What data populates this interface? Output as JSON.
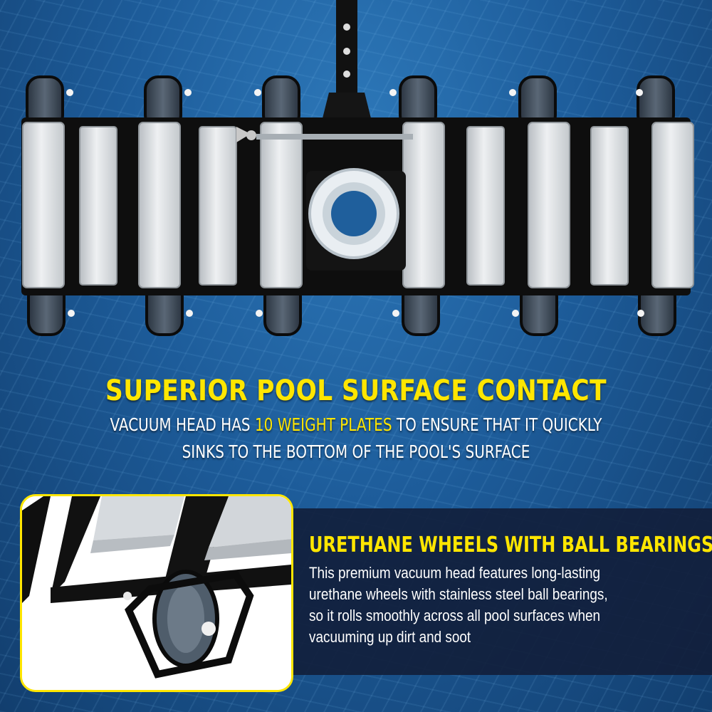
{
  "hero": {
    "headline": "SUPERIOR POOL SURFACE CONTACT",
    "subtext_line1_before": "VACUUM HEAD HAS ",
    "subtext_line1_highlight": "10 WEIGHT PLATES",
    "subtext_line1_after": " TO ENSURE THAT IT QUICKLY",
    "subtext_line2": "SINKS TO THE BOTTOM OF THE POOL'S SURFACE"
  },
  "feature": {
    "title": "URETHANE WHEELS WITH BALL BEARINGS",
    "body_lines": [
      "This premium vacuum head features long-lasting",
      "urethane wheels with stainless steel ball bearings,",
      "so it rolls smoothly across all pool surfaces when",
      "vacuuming up dirt and soot"
    ]
  },
  "colors": {
    "accent": "#ffe600",
    "panel": "#121e3a",
    "pool": "#1d5c9a",
    "plate": "#d9dde0",
    "frame": "#0e0e0e"
  },
  "icons": {
    "product": "pool-vacuum-head",
    "inset": "urethane-wheel-closeup"
  }
}
